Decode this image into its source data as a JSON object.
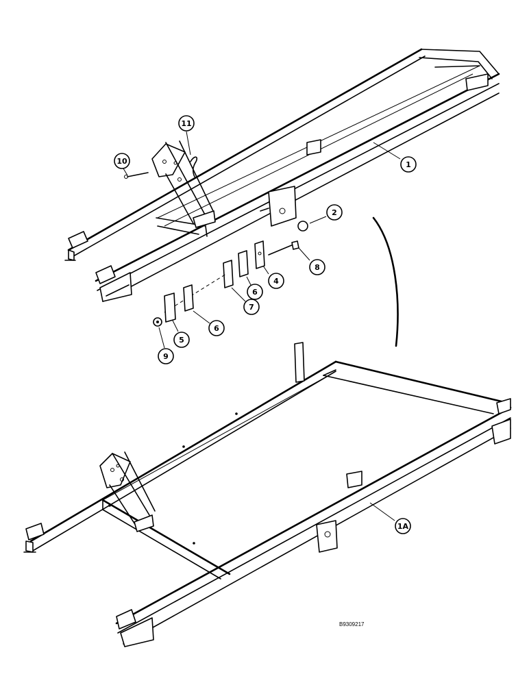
{
  "figure_code": "B9309217",
  "callouts": [
    {
      "id": "c1",
      "label": "1"
    },
    {
      "id": "c1a",
      "label": "1A"
    },
    {
      "id": "c2",
      "label": "2"
    },
    {
      "id": "c4",
      "label": "4"
    },
    {
      "id": "c5",
      "label": "5"
    },
    {
      "id": "c6a",
      "label": "6"
    },
    {
      "id": "c6b",
      "label": "6"
    },
    {
      "id": "c7",
      "label": "7"
    },
    {
      "id": "c8",
      "label": "8"
    },
    {
      "id": "c9",
      "label": "9"
    },
    {
      "id": "c10",
      "label": "10"
    },
    {
      "id": "c11",
      "label": "11"
    }
  ]
}
